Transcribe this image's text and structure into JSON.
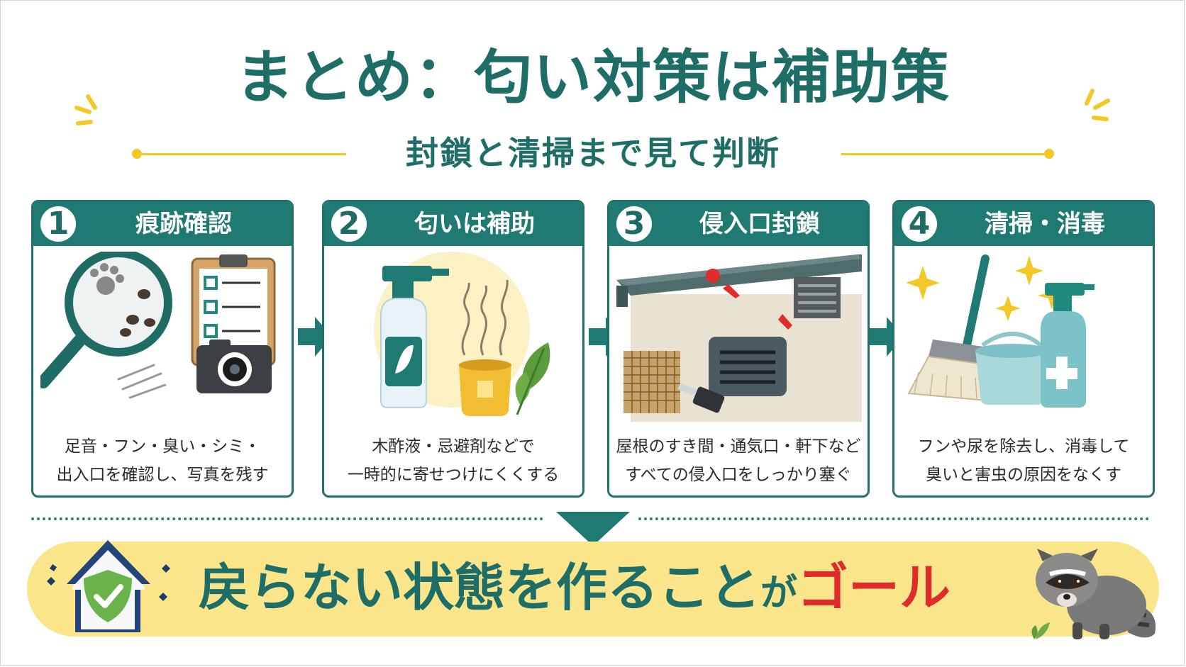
{
  "header": {
    "title": "まとめ：匂い対策は補助策",
    "subtitle": "封鎖と清掃まで見て判断"
  },
  "steps": [
    {
      "number": "1",
      "title": "痕跡確認",
      "lines": [
        "足音・フン・臭い・シミ・",
        "出入口を確認し、写真を残す"
      ]
    },
    {
      "number": "2",
      "title": "匂いは補助",
      "lines": [
        "木酢液・忌避剤などで",
        "一時的に寄せつけにくくする"
      ]
    },
    {
      "number": "3",
      "title": "侵入口封鎖",
      "lines": [
        "屋根のすき間・通気口・軒下など",
        "すべての侵入口をしっかり塞ぐ"
      ]
    },
    {
      "number": "4",
      "title": "清掃・消毒",
      "lines": [
        "フンや尿を除去し、消毒して",
        "臭いと害虫の原因をなくす"
      ]
    }
  ],
  "conclusion": {
    "text_main": "戻らない状態を作ること",
    "text_particle": "が",
    "text_goal": "ゴール"
  },
  "colors": {
    "teal": "#1f7a73",
    "dark_teal": "#1e6d67",
    "yellow": "#f3c826",
    "banner_yellow": "#fbe58a",
    "goal_red": "#e02b2b"
  },
  "icons": [
    "magnifier-icon",
    "clipboard-icon",
    "camera-icon",
    "spray-bottle-icon",
    "candle-icon",
    "leaf-icon",
    "roof-icon",
    "vent-icon",
    "caulk-gun-icon",
    "broom-icon",
    "bucket-icon",
    "disinfectant-icon",
    "house-shield-icon",
    "civet-icon"
  ]
}
